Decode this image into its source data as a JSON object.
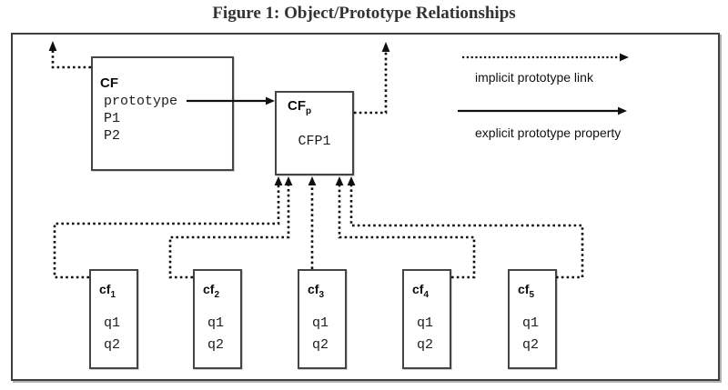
{
  "title": "Figure 1: Object/Prototype Relationships",
  "colors": {
    "ink": "#111111",
    "box_border": "#454545",
    "frame_border": "#3f3f3f",
    "background": "#ffffff"
  },
  "diagram": {
    "constructor_box": {
      "label": "CF",
      "properties": [
        "prototype",
        "P1",
        "P2"
      ]
    },
    "prototype_box": {
      "label": "CF",
      "subscript": "p",
      "property": "CFP1"
    },
    "instances": [
      {
        "label": "cf",
        "subscript": "1",
        "properties": [
          "q1",
          "q2"
        ]
      },
      {
        "label": "cf",
        "subscript": "2",
        "properties": [
          "q1",
          "q2"
        ]
      },
      {
        "label": "cf",
        "subscript": "3",
        "properties": [
          "q1",
          "q2"
        ]
      },
      {
        "label": "cf",
        "subscript": "4",
        "properties": [
          "q1",
          "q2"
        ]
      },
      {
        "label": "cf",
        "subscript": "5",
        "properties": [
          "q1",
          "q2"
        ]
      }
    ],
    "legend": {
      "implicit_label": "implicit prototype link",
      "explicit_label": "explicit prototype property"
    }
  }
}
